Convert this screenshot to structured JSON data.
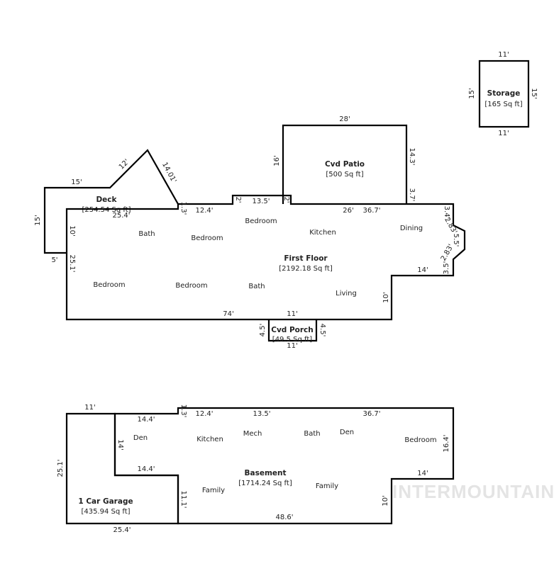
{
  "areas": {
    "storage": {
      "name": "Storage",
      "size": "[165 Sq ft]",
      "dims": [
        "11'",
        "15'",
        "15'",
        "11'"
      ]
    },
    "cvd_patio": {
      "name": "Cvd Patio",
      "size": "[500 Sq ft]",
      "dims": [
        "28'",
        "16'",
        "14.3'",
        "3.7'"
      ]
    },
    "deck": {
      "name": "Deck",
      "size": "[254.54 Sq ft]",
      "dims": [
        "15'",
        "12'",
        "14.01'",
        "15'",
        "5'",
        "25.4'"
      ]
    },
    "first_floor": {
      "name": "First Floor",
      "size": "[2192.18 Sq ft]",
      "dims": [
        "1.3'",
        "12.4'",
        "2'",
        "13.5'",
        "2'",
        "26'",
        "36.7'",
        "3.4'",
        "2.83'",
        "5.5'",
        "2.83'",
        "3.5'",
        "14'",
        "10'",
        "74'",
        "11'",
        "10'",
        "25.1'"
      ],
      "rooms": [
        "Bedroom",
        "Bath",
        "Bedroom",
        "Kitchen",
        "Dining",
        "Bedroom",
        "Bedroom",
        "Bath",
        "Living"
      ]
    },
    "cvd_porch": {
      "name": "Cvd Porch",
      "size": "[49.5 Sq ft]",
      "dims": [
        "4.5'",
        "4.5'",
        "11'"
      ]
    },
    "basement": {
      "name": "Basement",
      "size": "[1714.24 Sq ft]",
      "dims": [
        "1.3'",
        "12.4'",
        "13.5'",
        "36.7'",
        "16.4'",
        "14'",
        "10'",
        "48.6'",
        "11.1'",
        "14.4'",
        "14'",
        "14.4'"
      ],
      "rooms": [
        "Den",
        "Kitchen",
        "Mech",
        "Bath",
        "Den",
        "Bedroom",
        "Family",
        "Family"
      ]
    },
    "garage": {
      "name": "1 Car Garage",
      "size": "[435.94 Sq ft]",
      "dims": [
        "11'",
        "25.1'",
        "25.4'"
      ]
    }
  },
  "watermark": "INTERMOUNTAIN"
}
